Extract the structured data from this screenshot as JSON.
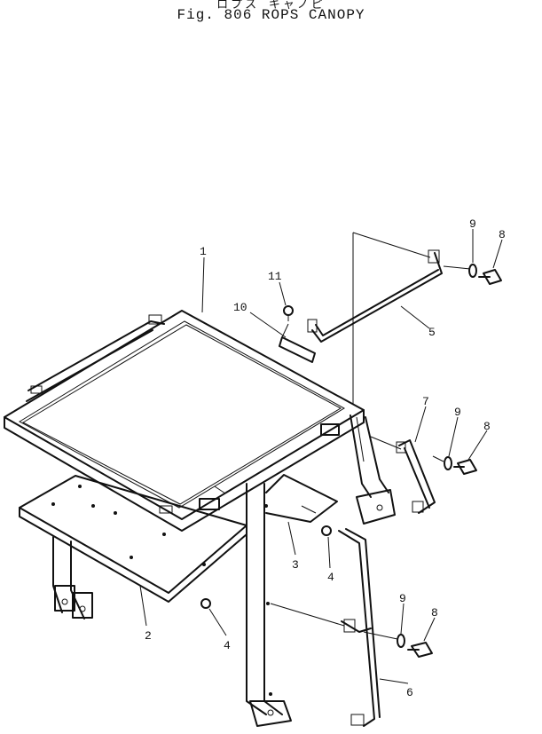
{
  "title_jp": "ロプス キャノピ",
  "figure_title": "Fig. 806   ROPS CANOPY",
  "callouts": [
    {
      "id": "c1",
      "label": "1"
    },
    {
      "id": "c2",
      "label": "2"
    },
    {
      "id": "c3",
      "label": "3"
    },
    {
      "id": "c4a",
      "label": "4"
    },
    {
      "id": "c4b",
      "label": "4"
    },
    {
      "id": "c5",
      "label": "5"
    },
    {
      "id": "c6",
      "label": "6"
    },
    {
      "id": "c7",
      "label": "7"
    },
    {
      "id": "c8a",
      "label": "8"
    },
    {
      "id": "c8b",
      "label": "8"
    },
    {
      "id": "c8c",
      "label": "8"
    },
    {
      "id": "c9a",
      "label": "9"
    },
    {
      "id": "c9b",
      "label": "9"
    },
    {
      "id": "c9c",
      "label": "9"
    },
    {
      "id": "c10",
      "label": "10"
    },
    {
      "id": "c11",
      "label": "11"
    }
  ]
}
